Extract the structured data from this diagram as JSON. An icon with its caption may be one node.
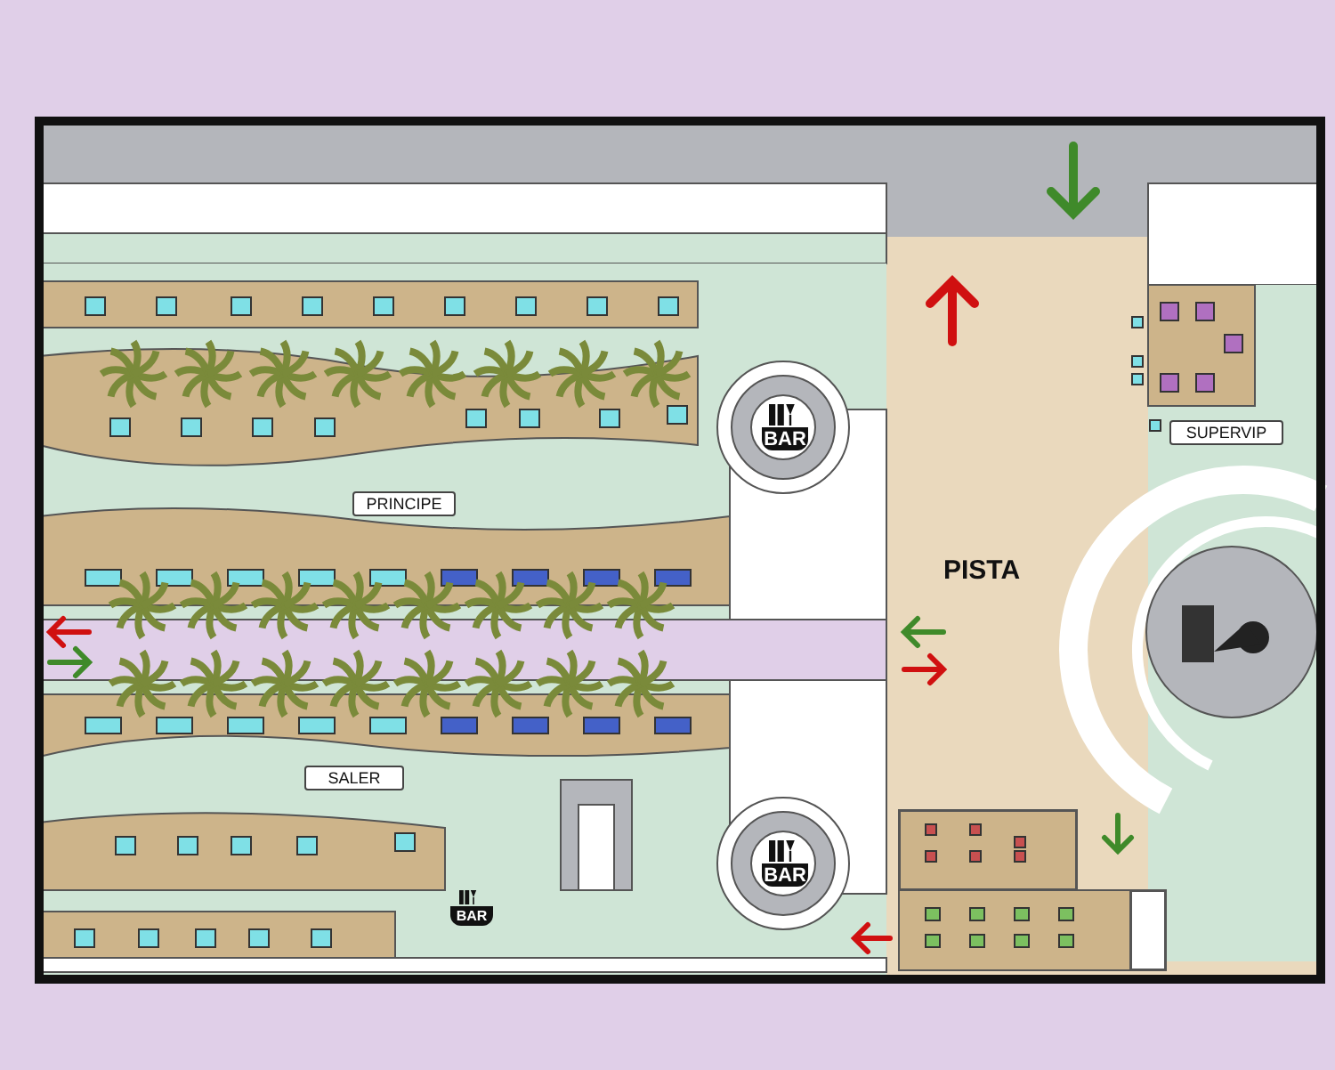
{
  "diagram": {
    "nodes": [
      {
        "text": [
          "BAR"
        ]
      },
      {
        "text": [
          "SUPERVIP"
        ]
      },
      {
        "text": [
          "PRINCIPE"
        ]
      },
      {
        "text": [
          "SALER"
        ]
      },
      {
        "text": [
          "BAR"
        ]
      },
      {
        "text": [],
        "shape": "box"
      },
      {
        "text": [
          "BAR"
        ]
      },
      {
        "text": [],
        "shape": "box"
      }
    ],
    "labels": [
      "PISTA"
    ]
  }
}
